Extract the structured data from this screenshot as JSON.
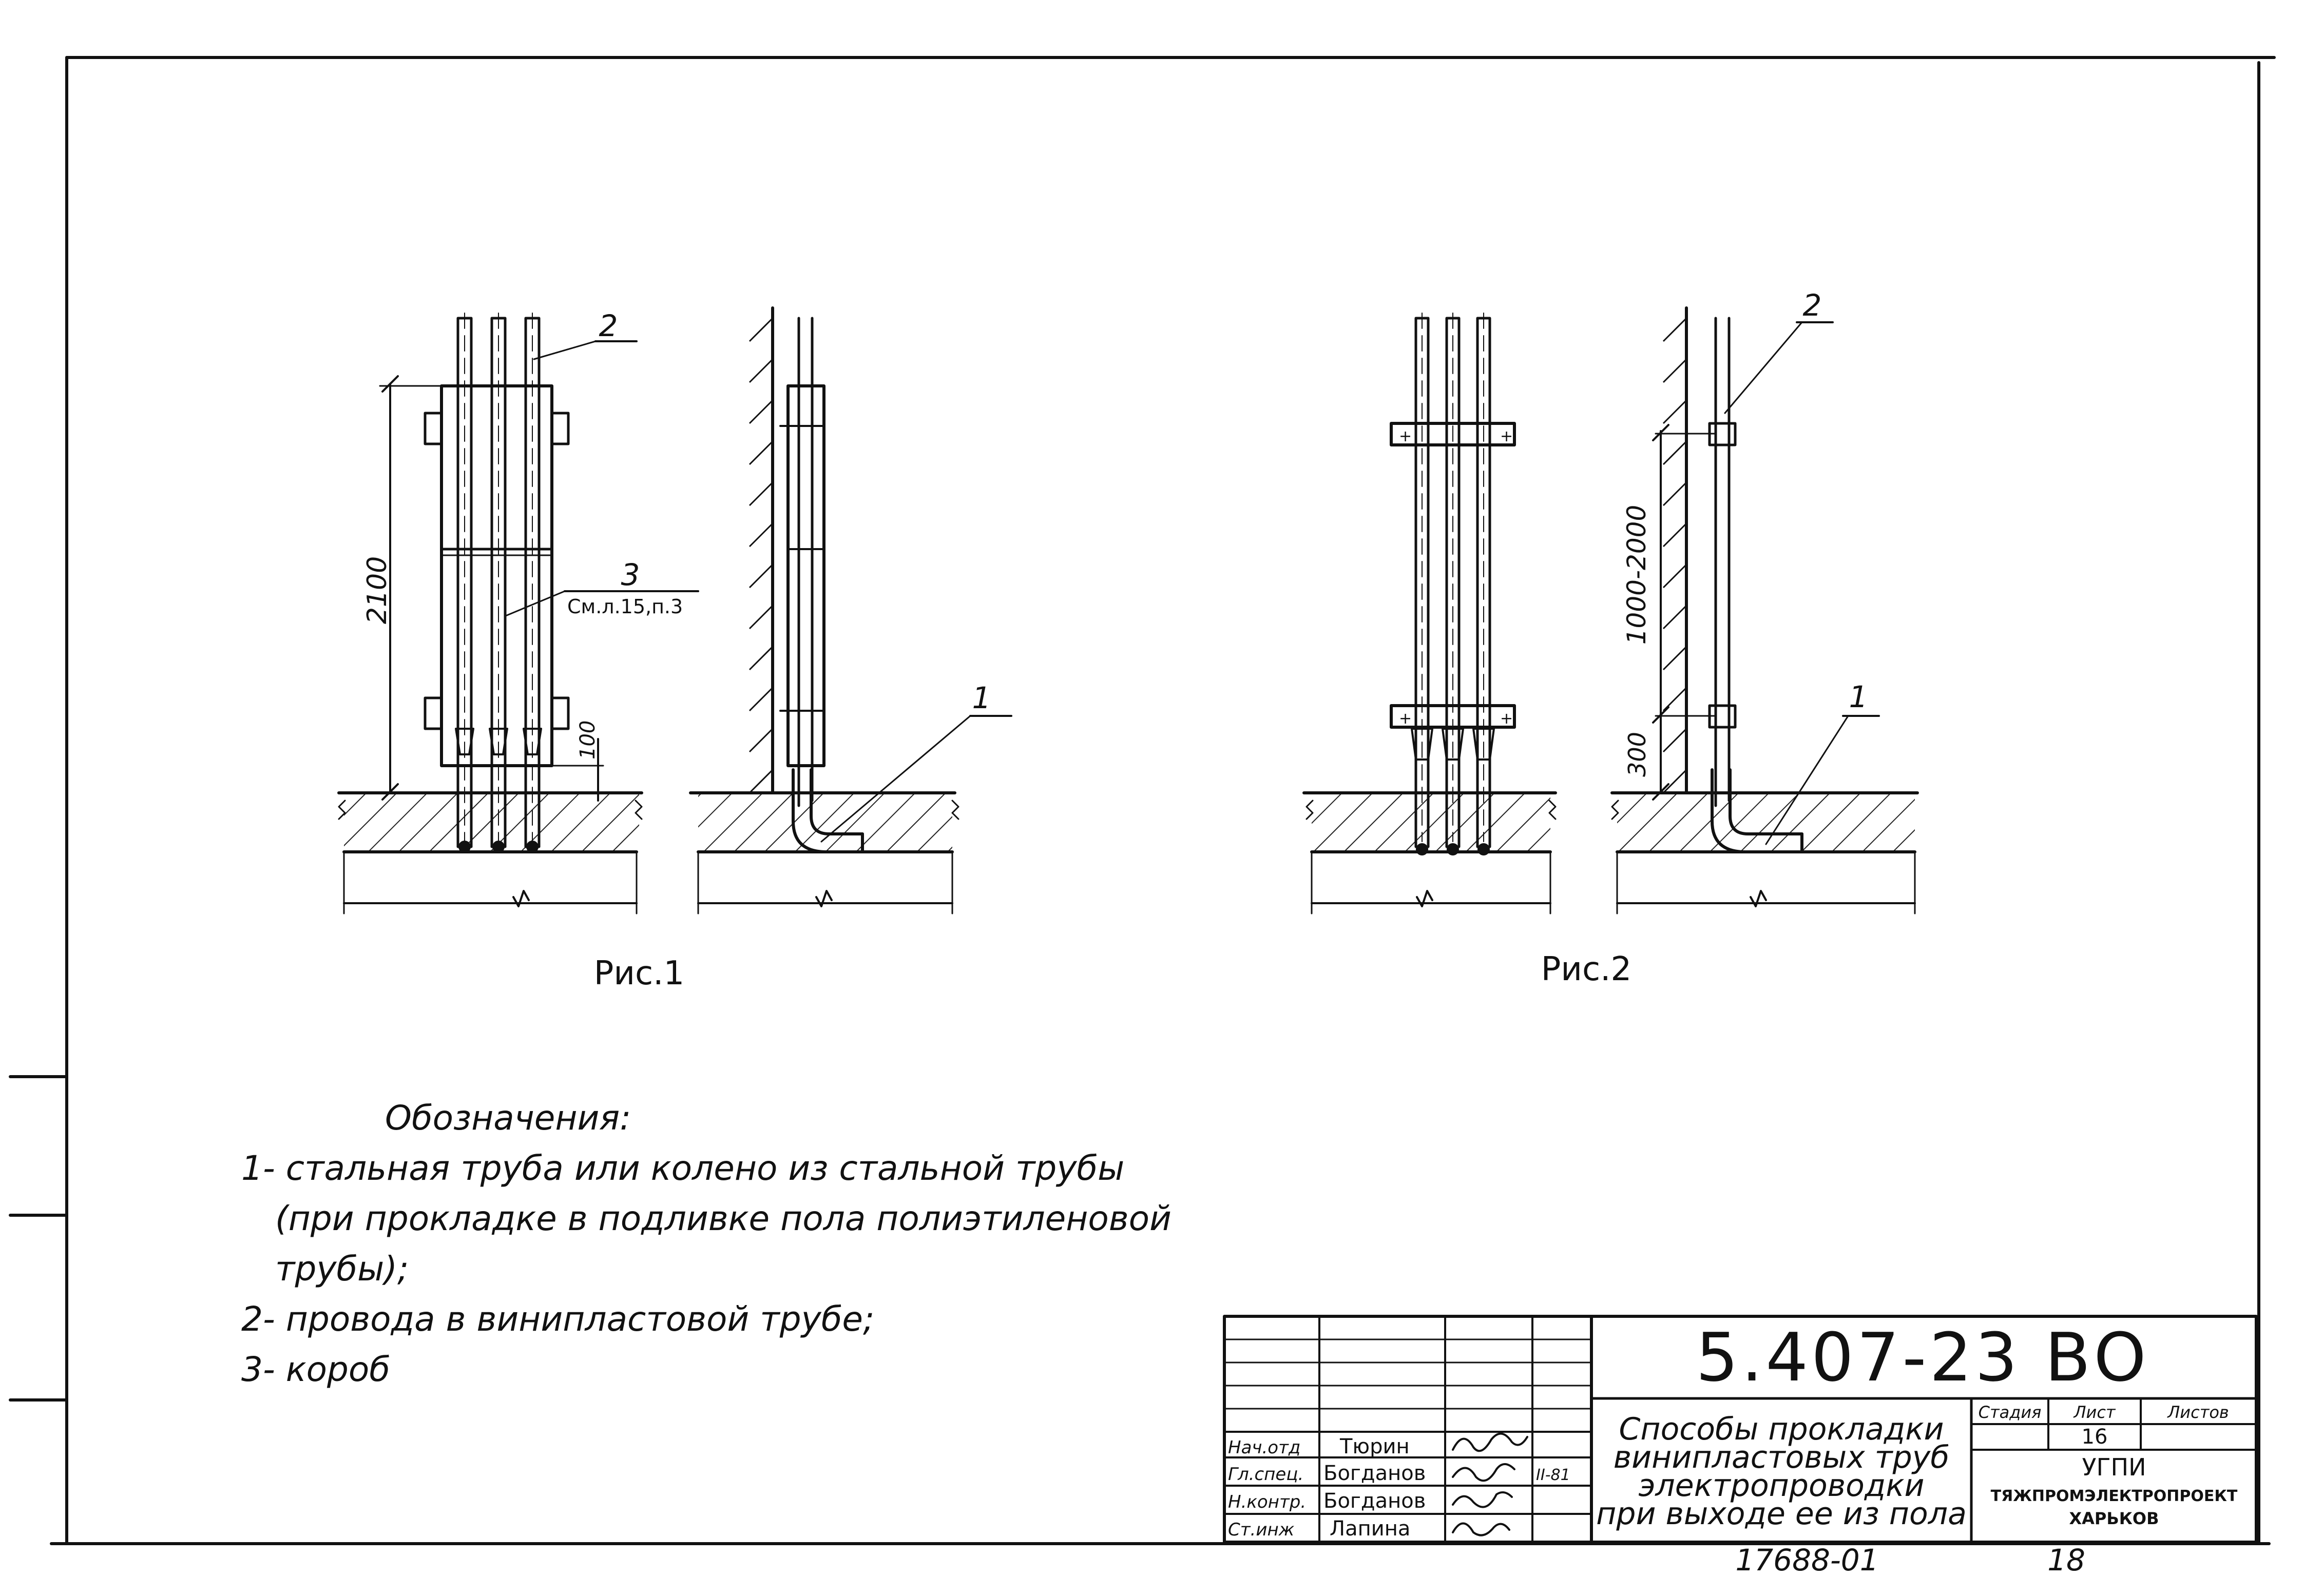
{
  "figures": {
    "fig1": {
      "caption": "Рис.1",
      "dim_height": "2100",
      "dim_bottom": "100",
      "callout_2": "2",
      "callout_3": "3",
      "callout_3_ref": "См.л.15,п.3",
      "callout_1": "1"
    },
    "fig2": {
      "caption": "Рис.2",
      "dim_height": "1000-2000",
      "dim_bottom": "300",
      "callout_2": "2",
      "callout_1": "1"
    }
  },
  "legend": {
    "title": "Обозначения:",
    "item1_line1": "1- стальная труба или колено из стальной трубы",
    "item1_line2": "(при прокладке в подливке пола полиэтиленовой",
    "item1_line3": "трубы);",
    "item2": "2- провода в винипластовой трубе;",
    "item3": "3- короб"
  },
  "title_block": {
    "code": "5.407-23 ВО",
    "title_line1": "Способы прокладки",
    "title_line2": "винипластовых труб",
    "title_line3": "электропроводки",
    "title_line4": "при выходе ее из пола",
    "col_stage": "Стадия",
    "col_sheet": "Лист",
    "col_sheets": "Листов",
    "sheet_no": "16",
    "org1": "УГПИ",
    "org2": "ТЯЖПРОМЭЛЕКТРОПРОЕКТ",
    "org3": "ХАРЬКОВ",
    "date_note": "II-81",
    "roles": [
      "Нач.отд",
      "Гл.спец.",
      "Н.контр.",
      "Ст.инж"
    ],
    "names": [
      "Тюрин",
      "Богданов",
      "Богданов",
      "Лапина"
    ],
    "footer_number": "17688-01",
    "footer_page": "18"
  }
}
